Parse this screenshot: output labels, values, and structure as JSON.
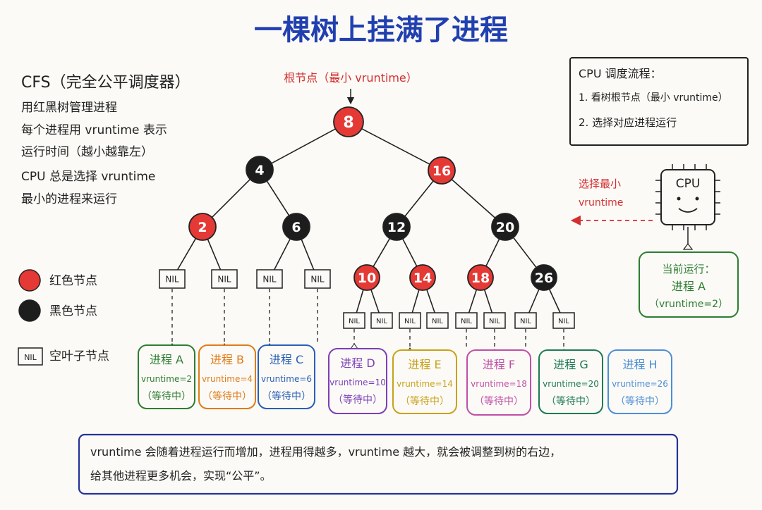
{
  "title": "一棵树上挂满了进程",
  "cfs": {
    "heading": "CFS（完全公平调度器）",
    "lines": [
      "用红黑树管理进程",
      "每个进程用 vruntime 表示",
      "运行时间（越小越靠左）",
      "CPU 总是选择 vruntime",
      "最小的进程来运行"
    ]
  },
  "root_label": "根节点（最小 vruntime）",
  "flow": {
    "heading": "CPU 调度流程：",
    "steps": [
      "1. 看树根节点（最小 vruntime）",
      "2. 选择对应进程运行"
    ]
  },
  "cpu": {
    "chip_label": "CPU",
    "select_label_line1": "选择最小",
    "select_label_line2": "vruntime",
    "current_line1": "当前运行：",
    "current_line2": "进程 A",
    "current_line3": "（vruntime=2）"
  },
  "legend": [
    {
      "key": "red",
      "label": "红色节点"
    },
    {
      "key": "black",
      "label": "黑色节点"
    },
    {
      "key": "nil",
      "label": "空叶子节点"
    }
  ],
  "nil_text": "NIL",
  "nodes": [
    {
      "id": "n8",
      "value": "8",
      "color": "red"
    },
    {
      "id": "n4",
      "value": "4",
      "color": "black"
    },
    {
      "id": "n16",
      "value": "16",
      "color": "red"
    },
    {
      "id": "n2",
      "value": "2",
      "color": "red"
    },
    {
      "id": "n6",
      "value": "6",
      "color": "black"
    },
    {
      "id": "n12",
      "value": "12",
      "color": "black"
    },
    {
      "id": "n20",
      "value": "20",
      "color": "black"
    },
    {
      "id": "n10",
      "value": "10",
      "color": "red"
    },
    {
      "id": "n14",
      "value": "14",
      "color": "red"
    },
    {
      "id": "n18",
      "value": "18",
      "color": "red"
    },
    {
      "id": "n26",
      "value": "26",
      "color": "black"
    }
  ],
  "processes": [
    {
      "name": "进程 A",
      "vruntime": "vruntime=2",
      "status": "（等待中）",
      "color": "#2e7d32"
    },
    {
      "name": "进程 B",
      "vruntime": "vruntime=4",
      "status": "（等待中）",
      "color": "#e07b1a"
    },
    {
      "name": "进程 C",
      "vruntime": "vruntime=6",
      "status": "（等待中）",
      "color": "#2a5fb8"
    },
    {
      "name": "进程 D",
      "vruntime": "vruntime=10",
      "status": "（等待中）",
      "color": "#7a3fb8"
    },
    {
      "name": "进程 E",
      "vruntime": "vruntime=14",
      "status": "（等待中）",
      "color": "#c9a21a"
    },
    {
      "name": "进程 F",
      "vruntime": "vruntime=18",
      "status": "（等待中）",
      "color": "#c04fa8"
    },
    {
      "name": "进程 G",
      "vruntime": "vruntime=20",
      "status": "（等待中）",
      "color": "#1e7a55"
    },
    {
      "name": "进程 H",
      "vruntime": "vruntime=26",
      "status": "（等待中）",
      "color": "#4d8fd6"
    }
  ],
  "footer": {
    "line1": "vruntime 会随着进程运行而增加，进程用得越多，vruntime 越大，就会被调整到树的右边，",
    "line2": "给其他进程更多机会，实现“公平”。"
  },
  "colors": {
    "red_node": "#e53935",
    "black_node": "#1d1d1d",
    "title": "#2140b0",
    "annotation_red": "#d32f2f",
    "footer_border": "#23339a",
    "current_green": "#2e7d32"
  }
}
